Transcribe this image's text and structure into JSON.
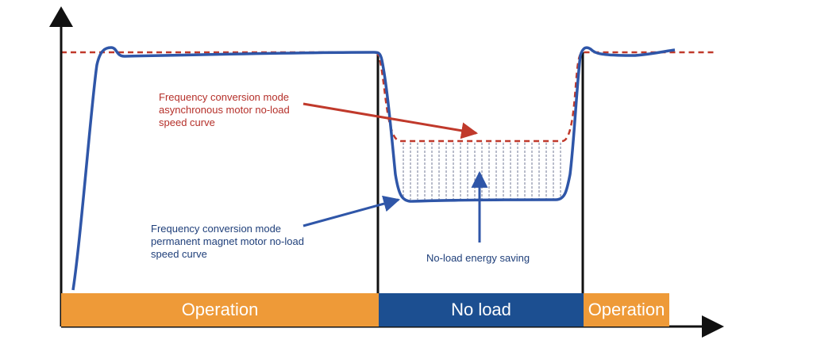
{
  "annotations": {
    "async_curve": [
      "Frequency conversion mode",
      "asynchronous motor no-load",
      "speed curve"
    ],
    "pm_curve": [
      "Frequency conversion mode",
      "permanent magnet motor no-load",
      "speed curve"
    ],
    "energy_saving": "No-load energy saving"
  },
  "phases": [
    "Operation",
    "No load",
    "Operation"
  ],
  "colors": {
    "async_curve": "#c0392b",
    "pm_curve": "#2f56a8",
    "axis": "#111111",
    "operation_band": "#ee9a38",
    "no_load_band": "#1c4f91",
    "hatch": "#8a8fa8"
  }
}
